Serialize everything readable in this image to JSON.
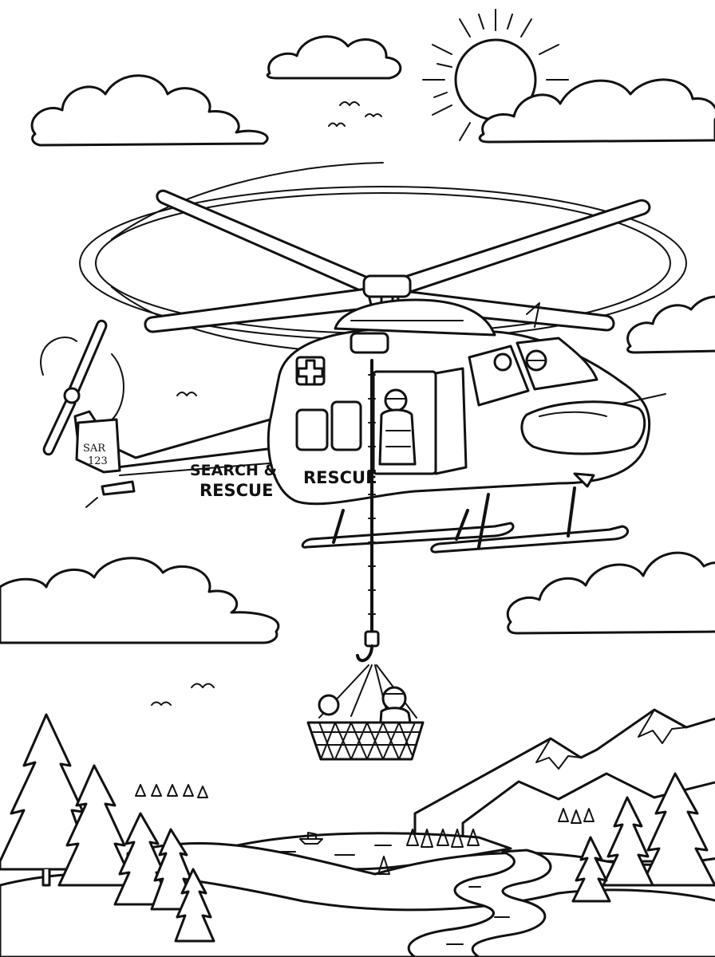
{
  "helicopter": {
    "tail_code_line1": "SAR",
    "tail_code_line2": "123",
    "boom_text_line1": "SEARCH &",
    "boom_text_line2": "RESCUE",
    "door_text": "RESCUE"
  },
  "style": {
    "ink_color": "#111111",
    "paper_color": "#ffffff"
  }
}
